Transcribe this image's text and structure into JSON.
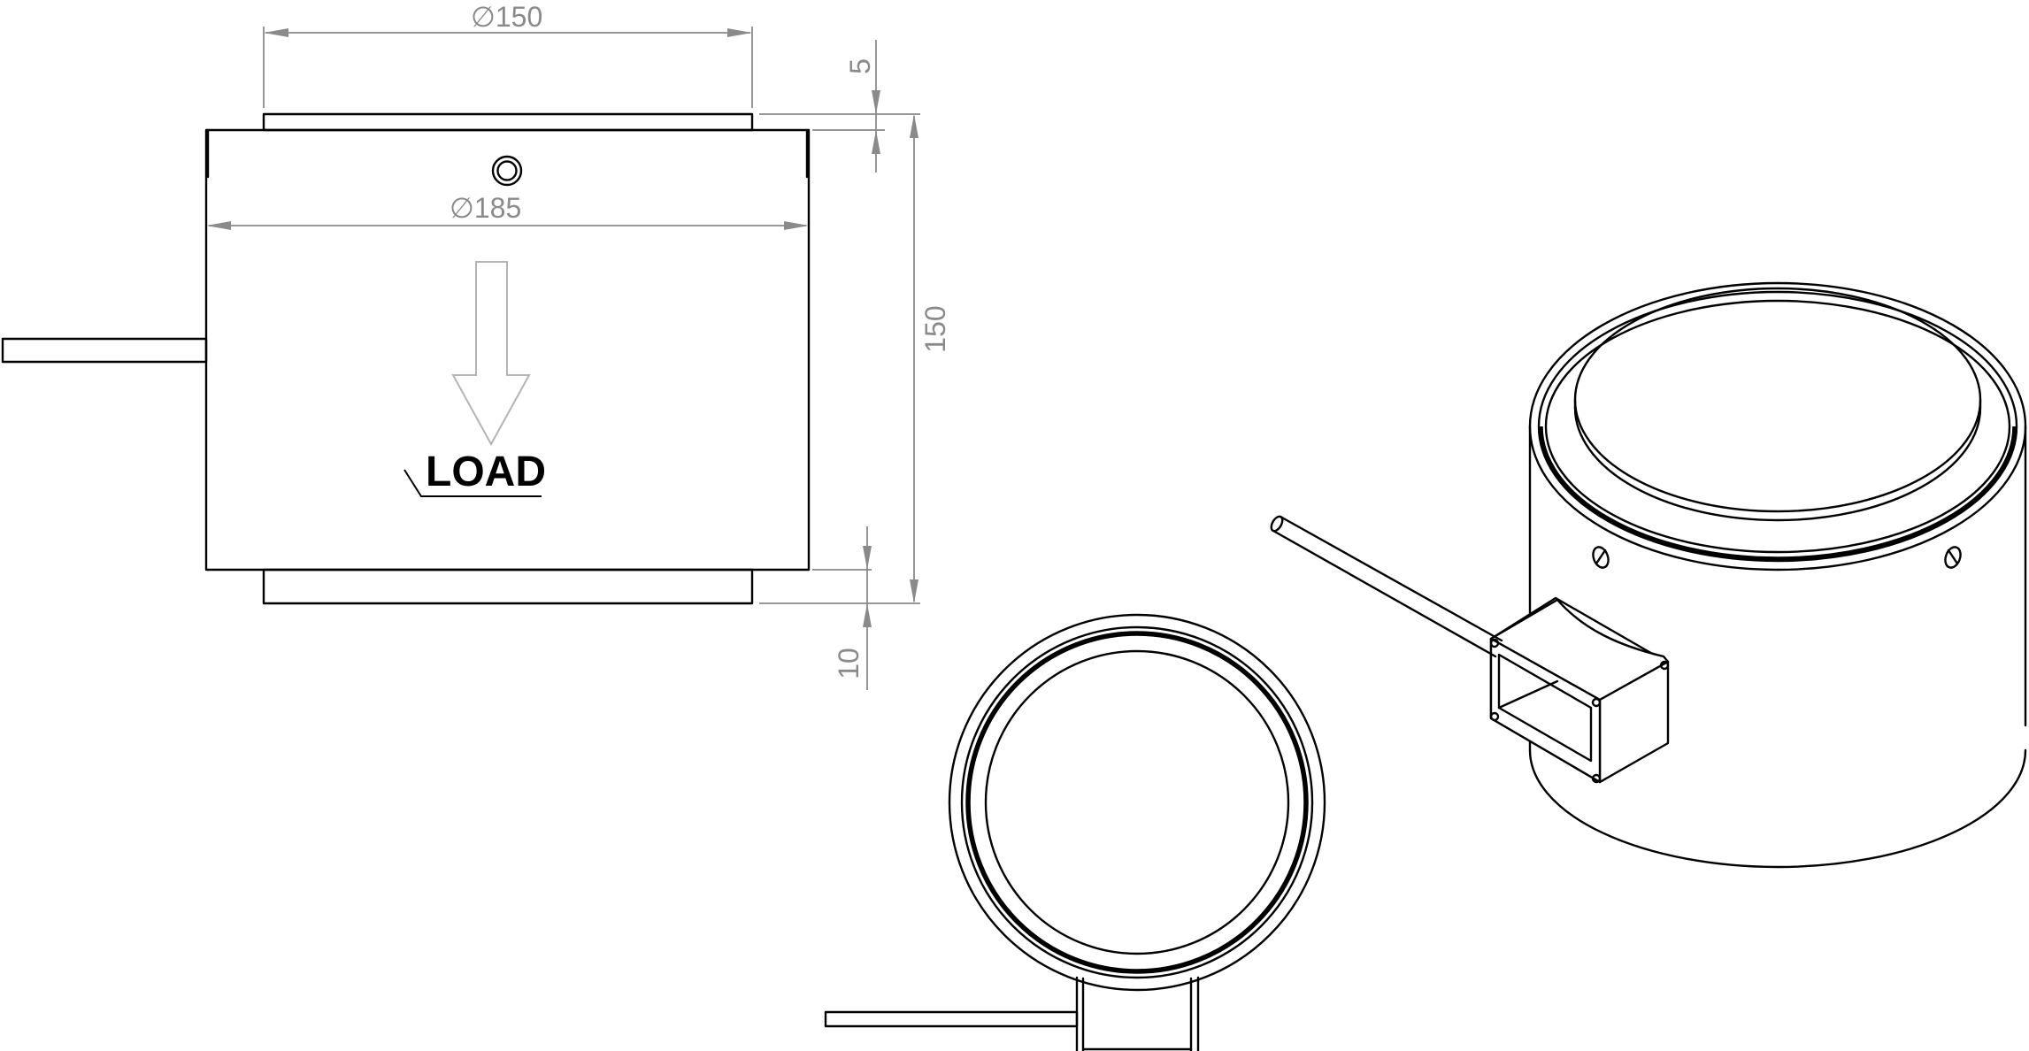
{
  "drawing": {
    "dimensions": {
      "top_plate_diameter": "∅150",
      "body_diameter": "∅185",
      "top_plate_thickness": "5",
      "overall_height": "150",
      "bottom_plate_thickness": "10"
    },
    "annotation": {
      "load_label": "LOAD"
    },
    "colors": {
      "object_line": "#000000",
      "dimension_line": "#8a8a8a",
      "load_arrow": "#b4b4b4",
      "background": "#ffffff"
    }
  }
}
